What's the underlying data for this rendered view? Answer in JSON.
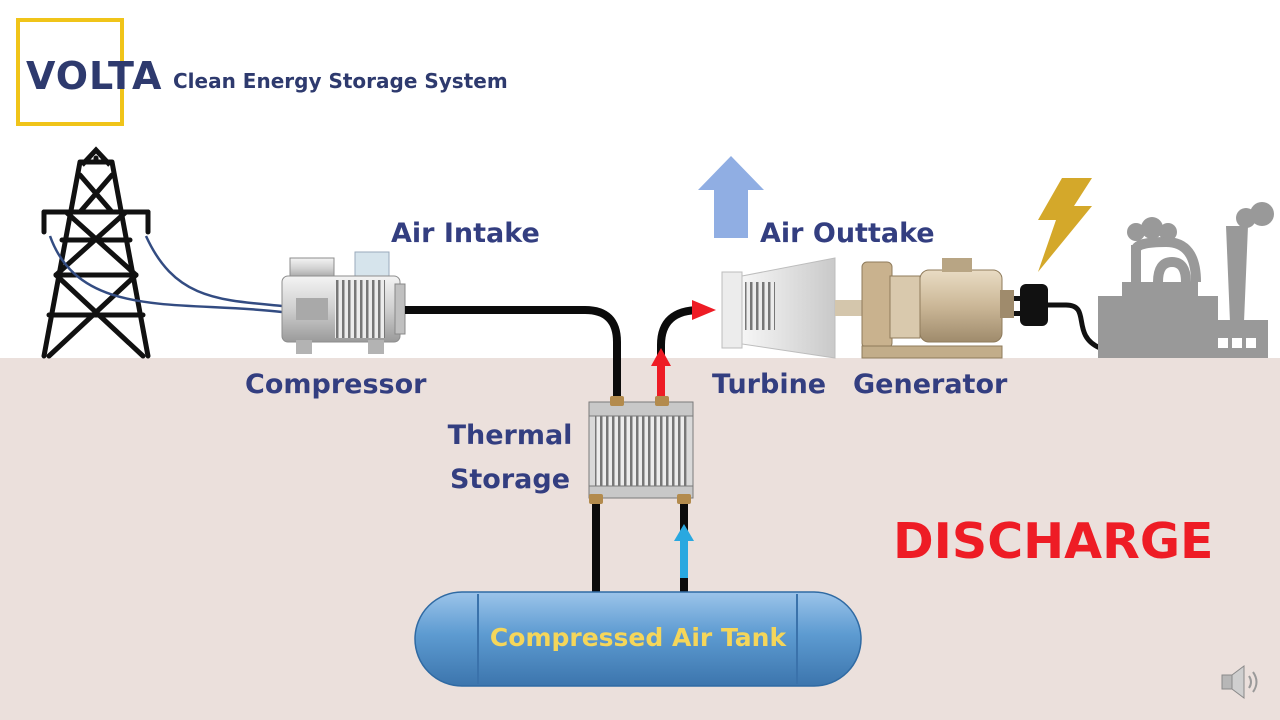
{
  "brand": {
    "name": "VOLTA",
    "tagline": "Clean Energy Storage System",
    "accent_color": "#f0c419",
    "text_color": "#2e3a6e"
  },
  "labels": {
    "air_intake": "Air Intake",
    "air_outtake": "Air Outtake",
    "compressor": "Compressor",
    "turbine": "Turbine",
    "generator": "Generator",
    "thermal_storage": "Thermal Storage",
    "tank": "Compressed Air Tank"
  },
  "mode": "DISCHARGE",
  "colors": {
    "label": "#333e80",
    "mode": "#ee1c25",
    "ground": "#ebe0dc",
    "hot_air": "#ee1c25",
    "cold_air": "#29a8e0",
    "exhaust_arrow": "#90aee3",
    "lightning": "#d4a82a",
    "tank": "#5d9bd1"
  },
  "icons": {
    "tower": "transmission-tower-icon",
    "compressor": "compressor-icon",
    "turbine": "turbine-icon",
    "generator": "generator-icon",
    "plug": "power-plug-icon",
    "lightning": "lightning-bolt-icon",
    "factory": "factory-icon",
    "speaker": "speaker-icon"
  }
}
